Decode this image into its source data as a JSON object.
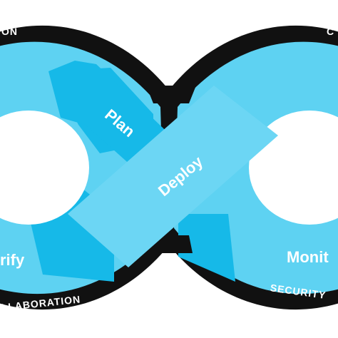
{
  "diagram": {
    "stages": {
      "plan": "Plan",
      "deploy": "Deploy",
      "verify": "rify",
      "monitor": "Monit"
    },
    "band_labels": {
      "top_left": "ON",
      "top_right": "C",
      "bottom_left": "LLABORATION",
      "bottom_right": "SECURITY"
    },
    "colors": {
      "outer_band": "#111111",
      "loop_light": "#5ED2F2",
      "loop_deep": "#16B9E8",
      "deploy_band": "#6CD6F4",
      "stage_text": "#ffffff",
      "band_text": "#ffffff"
    }
  }
}
